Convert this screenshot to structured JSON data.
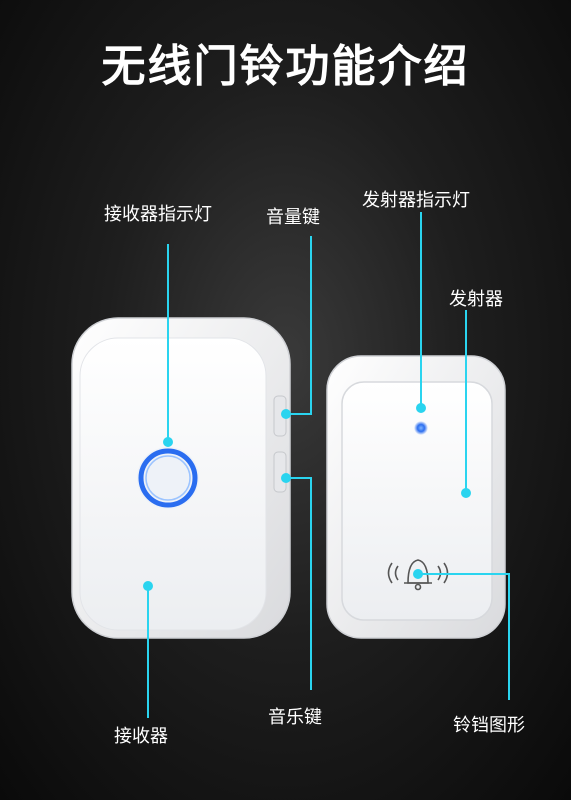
{
  "title": "无线门铃功能介绍",
  "labels": {
    "receiver_indicator": "接收器指示灯",
    "volume_key": "音量键",
    "transmitter_indicator": "发射器指示灯",
    "transmitter": "发射器",
    "receiver": "接收器",
    "music_key": "音乐键",
    "bell_icon": "铃铛图形"
  },
  "colors": {
    "leader_line": "#2ad4ef",
    "receiver_ring": "#2a6df0",
    "device_body": "#f4f4f6"
  }
}
